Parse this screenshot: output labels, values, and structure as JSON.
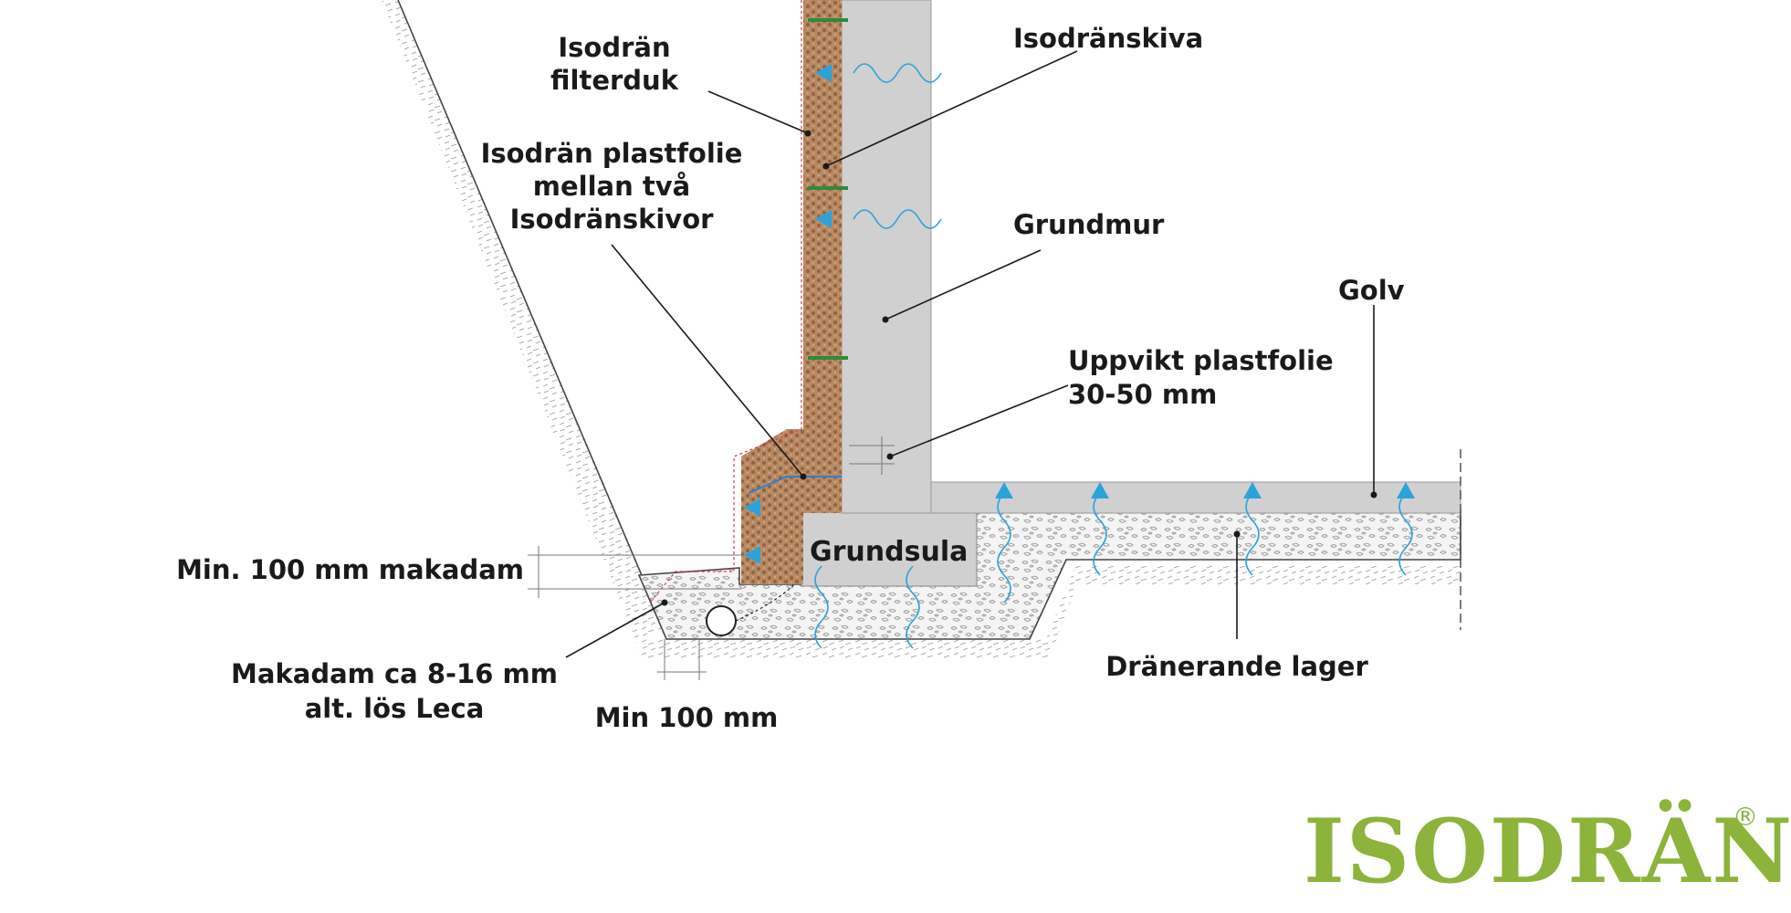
{
  "labels": {
    "filterduk_1": "Isodrän",
    "filterduk_2": "filterduk",
    "isodranskiva": "Isodränskiva",
    "plastfolie_1": "Isodrän plastfolie",
    "plastfolie_2": "mellan två",
    "plastfolie_3": "Isodränskivor",
    "grundmur": "Grundmur",
    "golv": "Golv",
    "uppvikt_1": "Uppvikt plastfolie",
    "uppvikt_2": "30-50 mm",
    "grundsula": "Grundsula",
    "min_makadam": "Min. 100 mm makadam",
    "makadam_1": "Makadam ca 8-16 mm",
    "makadam_2": "alt. lös Leca",
    "min_100": "Min 100 mm",
    "dranerande": "Dränerande lager"
  },
  "logo": {
    "text": "ISODRÄN",
    "registered": "®"
  },
  "colors": {
    "concrete": "#cfcfcf",
    "insulation": "#b8875e",
    "gravel": "#f2f2f2",
    "water": "#2aa3dc",
    "brand_green": "#8cb33a",
    "membrane": "#e0304a",
    "fastener": "#2e8b3a"
  }
}
